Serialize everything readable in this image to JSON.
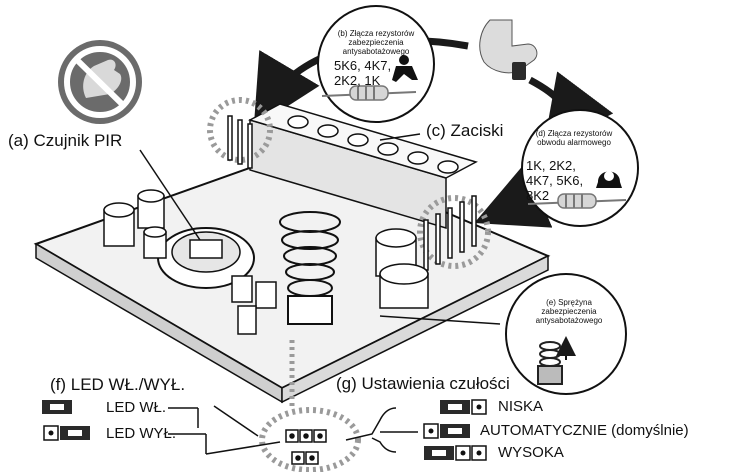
{
  "labels": {
    "pir": "(a) Czujnik PIR",
    "terminals": "(c) Zaciski",
    "tamper_res_title": "(b) Złącza rezystorów zabezpieczenia antysabotażowego",
    "tamper_res_values": "5K6, 4K7, 2K2, 1K",
    "alarm_res_title": "(d) Złącza rezystorów obwodu alarmowego",
    "alarm_res_values": "1K, 2K2, 4K7, 5K6, 8K2",
    "tamper_spring": "(e) Sprężyna zabezpieczenia antysabotażowego",
    "led_title": "(f) LED WŁ./WYŁ.",
    "led_on": "LED WŁ.",
    "led_off": "LED WYŁ.",
    "sens_title": "(g) Ustawienia czułości",
    "sens_low": "NISKA",
    "sens_auto": "AUTOMATYCZNIE (domyślnie)",
    "sens_high": "WYSOKA"
  },
  "colors": {
    "outline": "#111111",
    "gray_icon": "#6b6b6b",
    "dot_circle": "#9a9a9a",
    "arrow": "#1a1a1a"
  },
  "icons": {
    "no_touch": "no-touch-icon",
    "hand_pointer": "hand-pointer-icon",
    "resistor": "resistor-icon",
    "jumper": "jumper-icon"
  }
}
